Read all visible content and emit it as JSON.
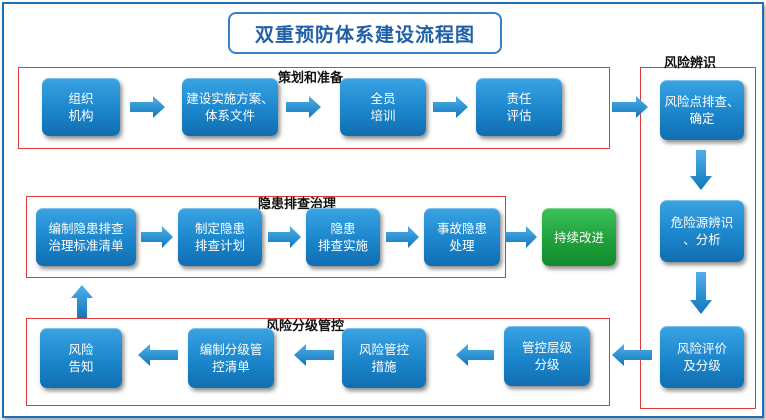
{
  "title": "双重预防体系建设流程图",
  "groups": {
    "planning": "策划和准备",
    "identification": "风险辨识",
    "hazard": "隐患排查治理",
    "control": "风险分级管控"
  },
  "nodes": {
    "organization": "组织\n机构",
    "plan_docs": "建设实施方案、\n体系文件",
    "training": "全员\n培训",
    "responsibility": "责任\n评估",
    "risk_points": "风险点排查、\n确定",
    "hazard_identify": "危险源辨识\n、分析",
    "risk_assess": "风险评价\n及分级",
    "control_level": "管控层级\n分级",
    "control_measures": "风险管控\n措施",
    "grading_list": "编制分级管\n控清单",
    "risk_notice": "风险\n告知",
    "hazard_standard": "编制隐患排查\n治理标准清单",
    "hazard_plan": "制定隐患\n排查计划",
    "hazard_implement": "隐患\n排查实施",
    "accident_handle": "事故隐患\n处理",
    "improve": "持续改进"
  },
  "colors": {
    "node_blue": "#1c86cc",
    "node_green": "#1fa13c",
    "group_border": "#e03a3a",
    "title_text": "#1f5fa8"
  }
}
